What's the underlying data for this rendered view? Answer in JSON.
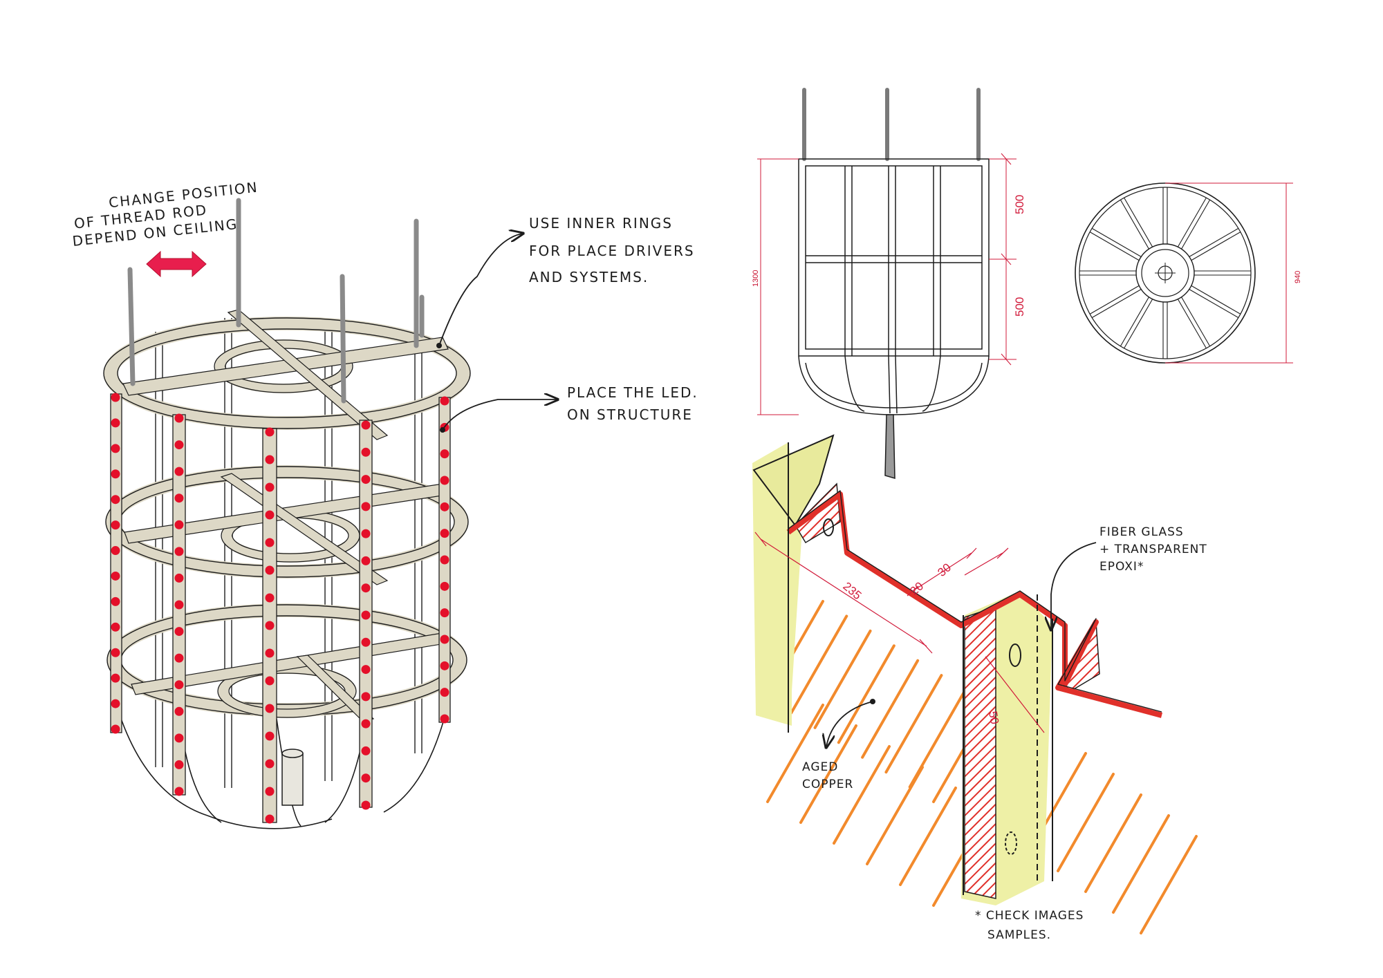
{
  "colors": {
    "ink": "#1c1c1c",
    "led_red": "#e4102a",
    "frame_fill": "#ddd8c6",
    "rod_gray": "#8a8a8a",
    "copper_orange": "#f28a2c",
    "fiberglass_yellow": "#eef0a6",
    "epoxy_red": "#e0302a",
    "dimension_red": "#d11a3a"
  },
  "icons": {
    "position_arrow": "double-arrow-icon",
    "leader_arrows": "curved-arrow-icon"
  },
  "isometric_sketch": {
    "notes": {
      "thread_rod": [
        "CHANGE POSITION",
        "OF THREAD ROD",
        "DEPEND ON CEILING"
      ],
      "inner_rings": [
        "USE INNER RINGS",
        "FOR PLACE DRIVERS",
        "AND SYSTEMS."
      ],
      "led": [
        "PLACE THE LED.",
        "ON STRUCTURE"
      ]
    }
  },
  "front_elevation": {
    "overall_height": "1300",
    "upper_section": "500",
    "lower_section": "500"
  },
  "plan_view": {
    "diameter": "940"
  },
  "profile_detail": {
    "dimensions": {
      "span": "235",
      "inner": "20",
      "flange": "30",
      "depth": "50"
    },
    "notes": {
      "fiberglass": [
        "FIBER GLASS",
        "+ TRANSPARENT",
        "EPOXI*"
      ],
      "copper": [
        "AGED",
        "COPPER"
      ],
      "check": [
        "* CHECK IMAGES",
        "SAMPLES."
      ]
    }
  }
}
